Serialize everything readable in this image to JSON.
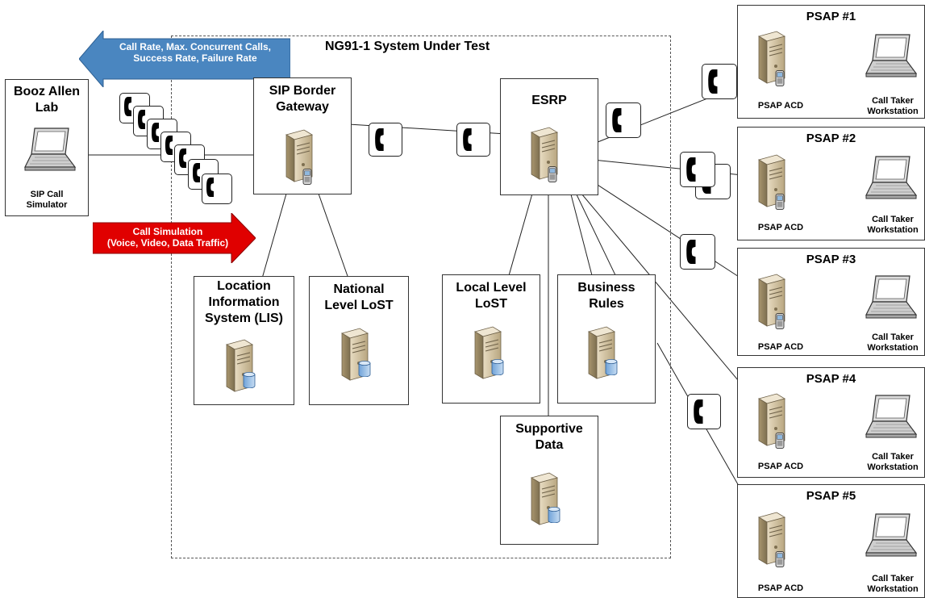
{
  "sut": {
    "title": "NG91-1 System Under Test"
  },
  "lab": {
    "title": "Booz Allen\nLab",
    "device_label": "SIP Call\nSimulator"
  },
  "metrics_arrow": {
    "text": "Call Rate, Max. Concurrent Calls,\nSuccess Rate, Failure Rate",
    "color": "#4a86c0"
  },
  "simulation_arrow": {
    "text": "Call Simulation\n(Voice, Video, Data Traffic)",
    "color": "#e00000"
  },
  "sip_border_gateway": {
    "title": "SIP Border\nGateway"
  },
  "esrp": {
    "title": "ESRP"
  },
  "lis": {
    "title": "Location\nInformation\nSystem (LIS)"
  },
  "national_lost": {
    "title": "National\nLevel LoST"
  },
  "local_lost": {
    "title": "Local Level\nLoST"
  },
  "business_rules": {
    "title": "Business\nRules"
  },
  "supportive_data": {
    "title": "Supportive\nData"
  },
  "psaps": [
    {
      "title": "PSAP #1",
      "acd_label": "PSAP ACD",
      "workstation_label": "Call Taker\nWorkstation"
    },
    {
      "title": "PSAP #2",
      "acd_label": "PSAP ACD",
      "workstation_label": "Call Taker\nWorkstation"
    },
    {
      "title": "PSAP #3",
      "acd_label": "PSAP ACD",
      "workstation_label": "Call Taker\nWorkstation"
    },
    {
      "title": "PSAP #4",
      "acd_label": "PSAP ACD",
      "workstation_label": "Call Taker\nWorkstation"
    },
    {
      "title": "PSAP #5",
      "acd_label": "PSAP ACD",
      "workstation_label": "Call Taker\nWorkstation"
    }
  ],
  "icons": {
    "server": "server-icon",
    "phone": "phone-icon",
    "laptop": "laptop-icon"
  }
}
